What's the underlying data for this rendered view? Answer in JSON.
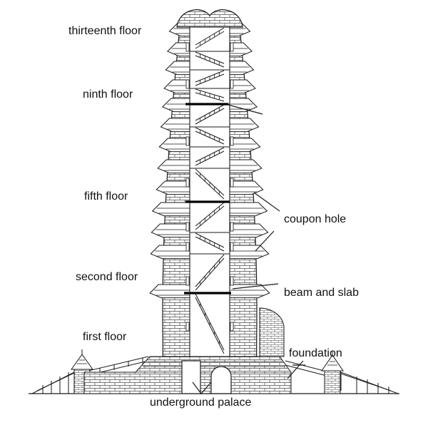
{
  "labels": {
    "thirteenth_floor": "thirteenth floor",
    "ninth_floor": "ninth floor",
    "fifth_floor": "fifth floor",
    "second_floor": "second floor",
    "first_floor": "first floor",
    "coupon_hole": "coupon hole",
    "beam_and_slab": "beam and slab",
    "foundation": "foundation",
    "underground_palace": "underground palace"
  },
  "colors": {
    "line": "#1a1a1a",
    "brick": "#4a4a4a",
    "text": "#111111"
  }
}
